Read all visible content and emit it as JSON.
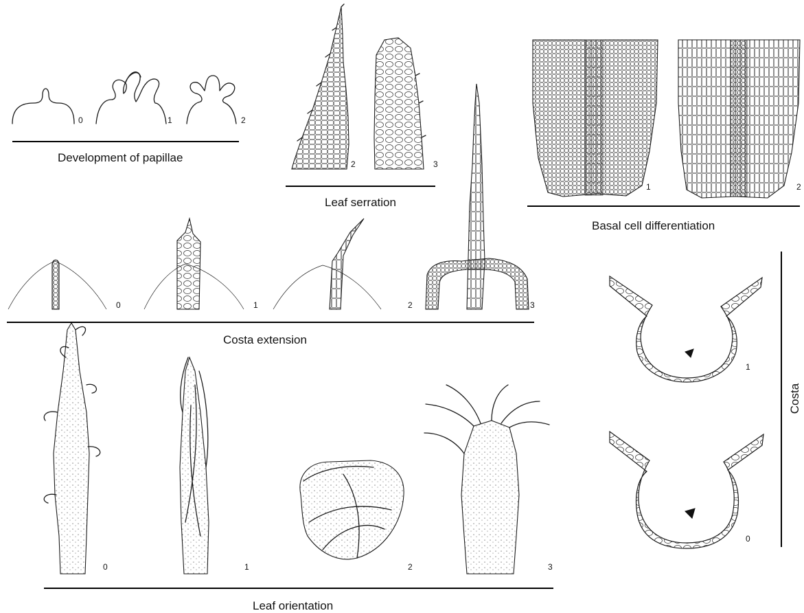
{
  "panels": {
    "papillae": {
      "caption": "Development of papillae",
      "states": [
        "0",
        "1",
        "2"
      ]
    },
    "serration": {
      "caption": "Leaf serration",
      "states": [
        "2",
        "3"
      ]
    },
    "basal": {
      "caption": "Basal cell differentiation",
      "states": [
        "1",
        "2"
      ]
    },
    "costa_extension": {
      "caption": "Costa extension",
      "states": [
        "0",
        "1",
        "2",
        "3"
      ]
    },
    "costa": {
      "caption": "Costa",
      "states": [
        "1",
        "0"
      ]
    },
    "orientation": {
      "caption": "Leaf orientation",
      "states": [
        "0",
        "1",
        "2",
        "3"
      ]
    }
  }
}
